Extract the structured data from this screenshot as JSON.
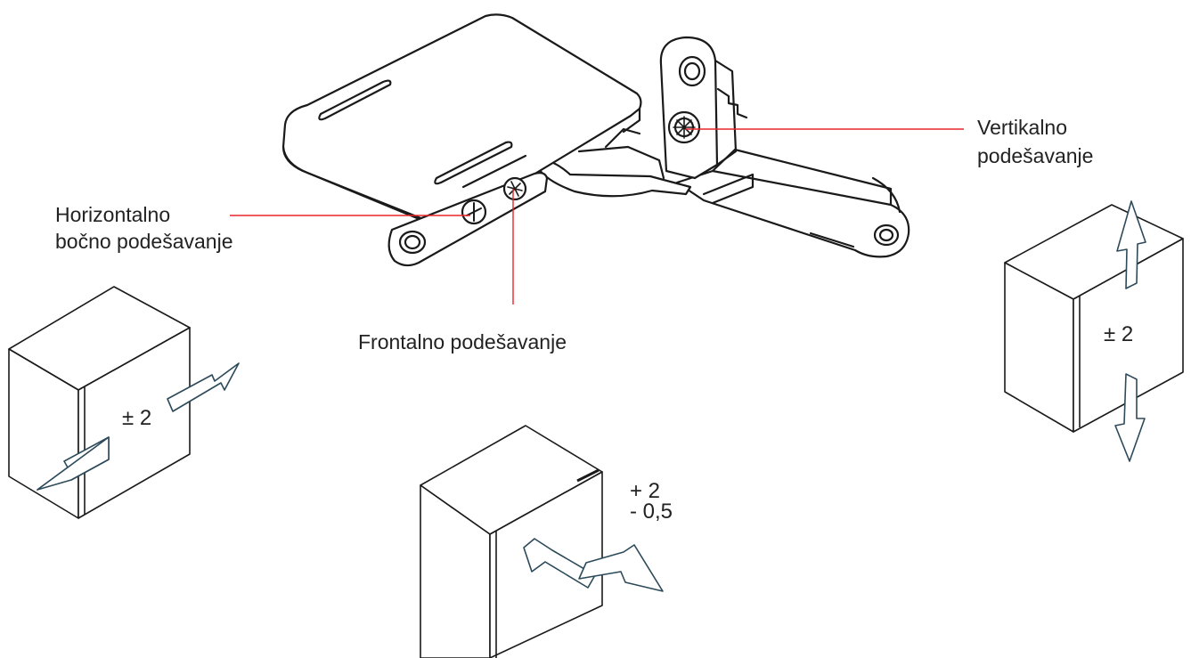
{
  "labels": {
    "horizontal_line1": "Horizontalno",
    "horizontal_line2": "bočno podešavanje",
    "frontal": "Frontalno podešavanje",
    "vertical_line1": "Vertikalno",
    "vertical_line2": "podešavanje"
  },
  "values": {
    "horizontal": "± 2",
    "frontal_plus": "+ 2",
    "frontal_minus": "- 0,5",
    "vertical": "± 2"
  },
  "colors": {
    "leader_line": "#e8262b",
    "outline": "#1a1a1a",
    "arrow_outline": "#2d4a5a",
    "arrow_fill": "#ffffff"
  }
}
